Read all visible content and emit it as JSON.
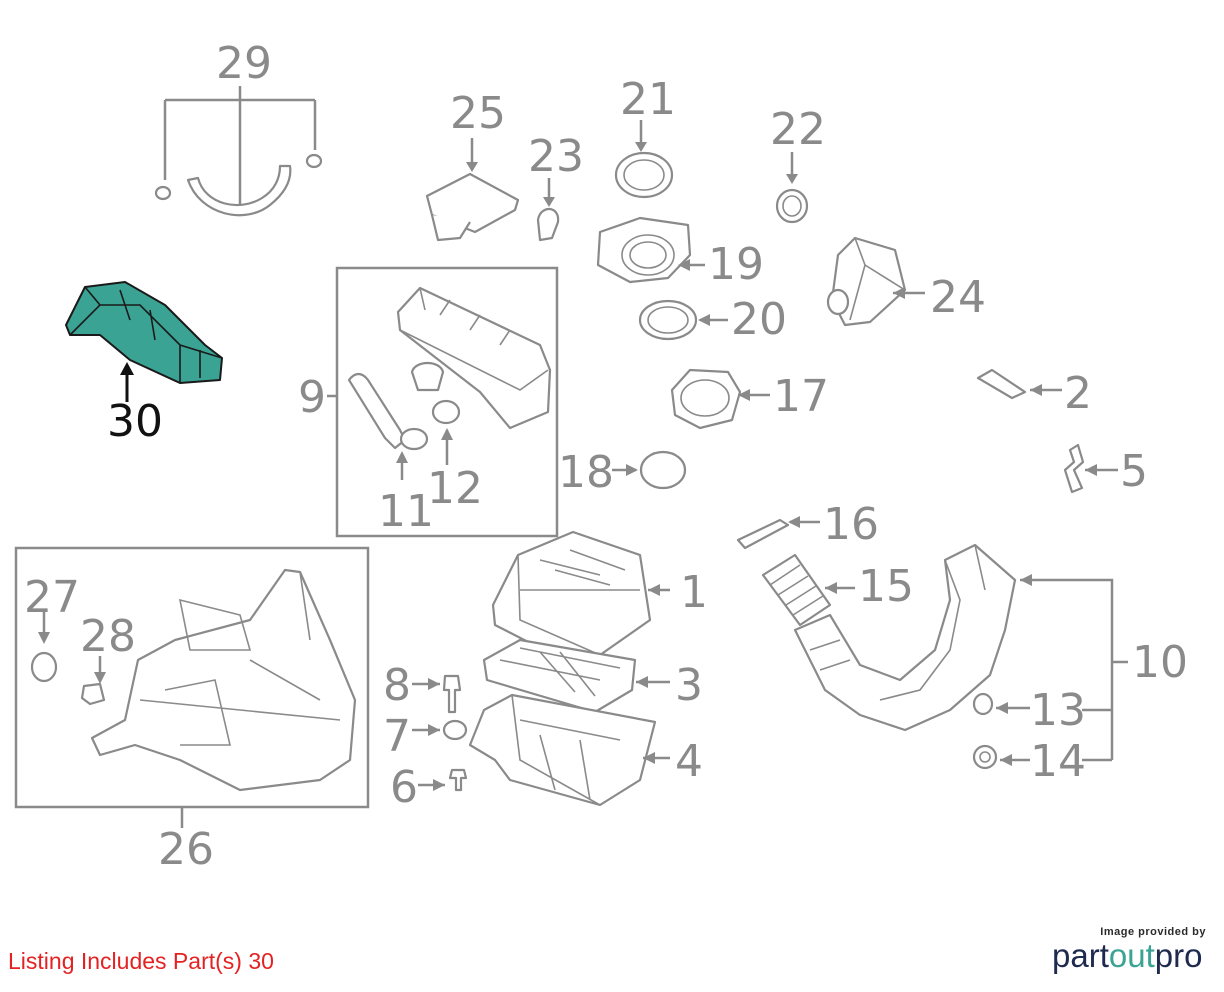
{
  "callouts": {
    "c1": "1",
    "c2": "2",
    "c3": "3",
    "c4": "4",
    "c5": "5",
    "c6": "6",
    "c7": "7",
    "c8": "8",
    "c9": "9",
    "c10": "10",
    "c11": "11",
    "c12": "12",
    "c13": "13",
    "c14": "14",
    "c15": "15",
    "c16": "16",
    "c17": "17",
    "c18": "18",
    "c19": "19",
    "c20": "20",
    "c21": "21",
    "c22": "22",
    "c23": "23",
    "c24": "24",
    "c25": "25",
    "c26": "26",
    "c27": "27",
    "c28": "28",
    "c29": "29",
    "c30": "30"
  },
  "highlighted_part": "30",
  "colors": {
    "highlight_fill": "#3aa394",
    "line": "#8a8a8a",
    "note": "#e32323",
    "brand": "#1f2a4f"
  },
  "footer": {
    "listing_note": "Listing Includes Part(s) 30",
    "provided_by": "Image provided by",
    "brand_part": "part",
    "brand_out": "out",
    "brand_pro": "pro"
  }
}
